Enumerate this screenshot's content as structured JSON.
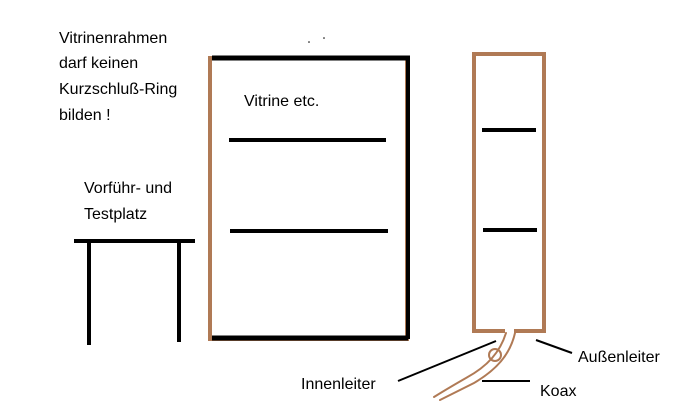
{
  "labels": {
    "warning_line1": "Vitrinenrahmen",
    "warning_line2": "darf keinen",
    "warning_line3": "Kurzschluß-Ring",
    "warning_line4": "bilden !",
    "test_line1": "Vorführ- und",
    "test_line2": "Testplatz",
    "vitrine": "Vitrine etc.",
    "innenleiter": "Innenleiter",
    "aussenleiter": "Außenleiter",
    "koax": "Koax"
  },
  "colors": {
    "frame": "#b07a55",
    "line": "#000000",
    "background": "#ffffff"
  }
}
